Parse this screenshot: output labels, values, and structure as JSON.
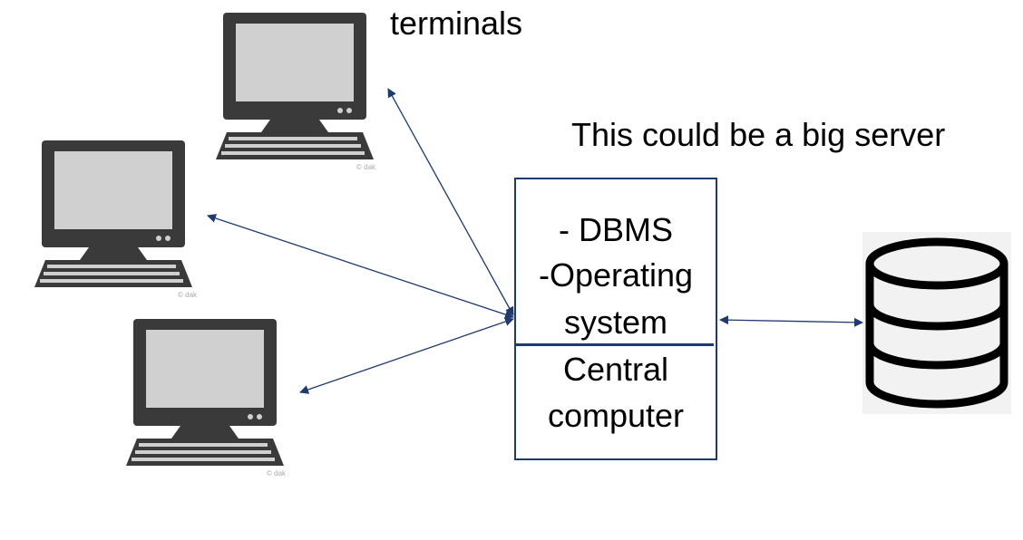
{
  "labels": {
    "terminals": "terminals",
    "server": "This could be a big server"
  },
  "server_box": {
    "line1": "- DBMS",
    "line2": "-Operating",
    "line3": "system",
    "line4": "Central",
    "line5": "computer"
  },
  "terminals": [
    {
      "icon": "computer-terminal-icon",
      "copyright": "© dak"
    },
    {
      "icon": "computer-terminal-icon",
      "copyright": "© dak"
    },
    {
      "icon": "computer-terminal-icon",
      "copyright": "© dak"
    }
  ],
  "database": {
    "icon": "database-icon"
  },
  "colors": {
    "arrow": "#1f3a6e",
    "terminal_body": "#3a3a3a",
    "screen": "#d0d0d0",
    "database": "#000000"
  }
}
